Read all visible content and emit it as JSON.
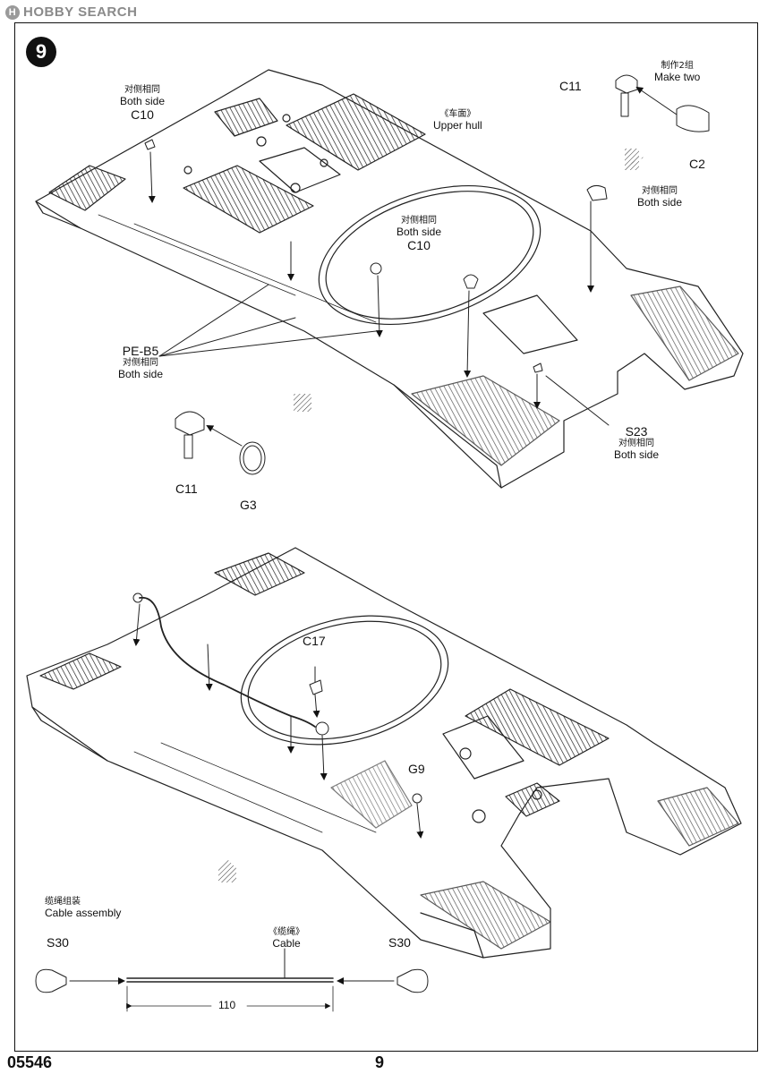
{
  "watermark": {
    "logo": "H",
    "text": "HOBBY SEARCH"
  },
  "step": "9",
  "upper_diagram": {
    "labels": {
      "c10_left": {
        "cn": "对侧相同",
        "en": "Both side",
        "part": "C10"
      },
      "upper_hull": {
        "cn": "《车面》",
        "en": "Upper hull"
      },
      "c11_top": {
        "part": "C11"
      },
      "make_two": {
        "cn": "制作2组",
        "en": "Make two"
      },
      "c2": {
        "part": "C2"
      },
      "both_side_right": {
        "cn": "对侧相同",
        "en": "Both side"
      },
      "c10_center": {
        "cn": "对侧相同",
        "en": "Both side",
        "part": "C10"
      },
      "pe_b5": {
        "part": "PE-B5",
        "cn": "对侧相同",
        "en": "Both side"
      },
      "s23": {
        "part": "S23",
        "cn": "对侧相同",
        "en": "Both side"
      },
      "c11_bottom": {
        "part": "C11"
      },
      "g3": {
        "part": "G3"
      }
    }
  },
  "lower_diagram": {
    "labels": {
      "c17": {
        "part": "C17"
      },
      "g9": {
        "part": "G9"
      }
    }
  },
  "cable_assembly": {
    "title_cn": "缆绳组装",
    "title_en": "Cable assembly",
    "cable_cn": "《缆绳》",
    "cable_en": "Cable",
    "left_part": "S30",
    "right_part": "S30",
    "length": "110"
  },
  "footer": {
    "code": "05546",
    "page": "9"
  }
}
